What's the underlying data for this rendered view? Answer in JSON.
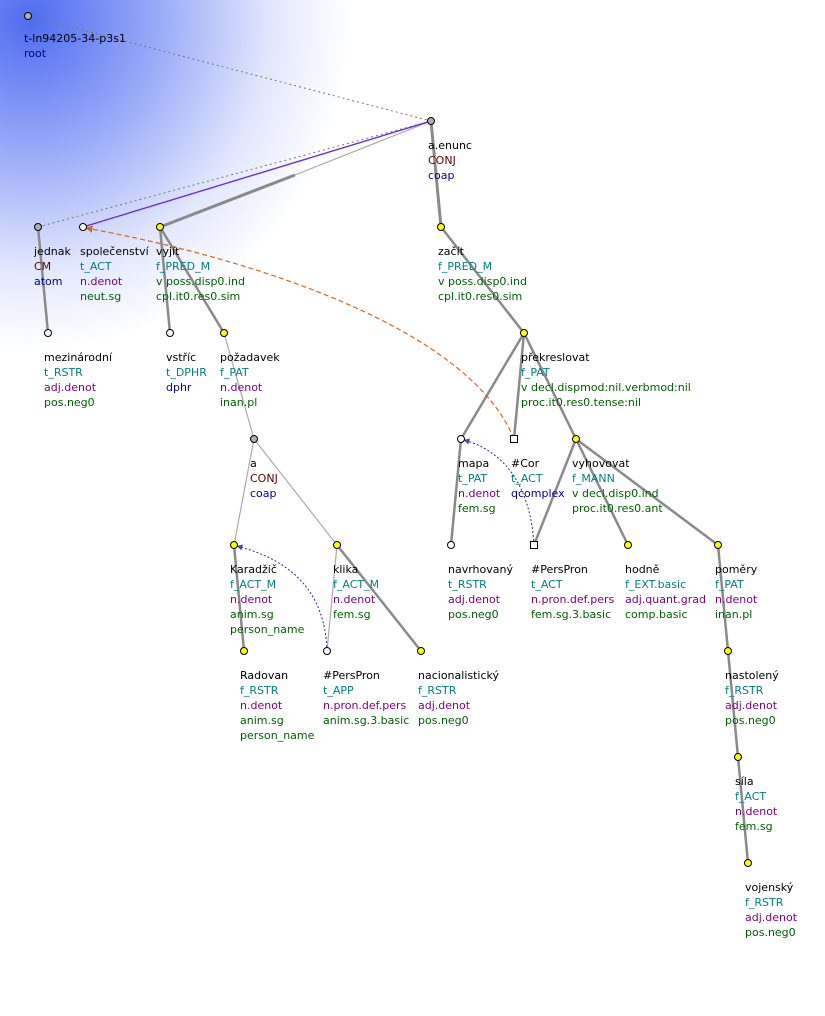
{
  "tree_id": "t-ln94205-34-p3s1",
  "root_label": "root",
  "nodes": [
    {
      "id": "root",
      "lemma": "",
      "lines": []
    },
    {
      "id": "aenunc",
      "lemma": "a.enunc",
      "lines": [
        {
          "text": "CONJ",
          "color": "#600000"
        },
        {
          "text": "coap",
          "color": "#00008b"
        }
      ]
    },
    {
      "id": "jednak",
      "lemma": "jednak",
      "lines": [
        {
          "text": "CM",
          "color": "#600000"
        },
        {
          "text": "atom",
          "color": "#00008b"
        }
      ]
    },
    {
      "id": "spolecenstvi",
      "lemma": "společenství",
      "lines": [
        {
          "text": "t_ACT",
          "color": "#008080"
        },
        {
          "text": "n.denot",
          "color": "#7a007a"
        },
        {
          "text": "neut.sg",
          "color": "#006000"
        }
      ]
    },
    {
      "id": "vyjit",
      "lemma": "vyjít",
      "lines": [
        {
          "text": "f_PRED_M",
          "color": "#008080"
        },
        {
          "text": "v poss.disp0.ind",
          "color": "#006000"
        },
        {
          "text": "cpl.it0.res0.sim",
          "color": "#006000"
        }
      ]
    },
    {
      "id": "zacit",
      "lemma": "začít",
      "lines": [
        {
          "text": "f_PRED_M",
          "color": "#008080"
        },
        {
          "text": "v poss.disp0.ind",
          "color": "#006000"
        },
        {
          "text": "cpl.it0.res0.sim",
          "color": "#006000"
        }
      ]
    },
    {
      "id": "mezinarodni",
      "lemma": "mezinárodní",
      "lines": [
        {
          "text": "t_RSTR",
          "color": "#008080"
        },
        {
          "text": "adj.denot",
          "color": "#7a007a"
        },
        {
          "text": "pos.neg0",
          "color": "#006000"
        }
      ]
    },
    {
      "id": "vstric",
      "lemma": "vstříc",
      "lines": [
        {
          "text": "t_DPHR",
          "color": "#008080"
        },
        {
          "text": "dphr",
          "color": "#00008b"
        }
      ]
    },
    {
      "id": "pozadavek",
      "lemma": "požadavek",
      "lines": [
        {
          "text": "f_PAT",
          "color": "#008080"
        },
        {
          "text": "n.denot",
          "color": "#7a007a"
        },
        {
          "text": "inan.pl",
          "color": "#006000"
        }
      ]
    },
    {
      "id": "prekreslovat",
      "lemma": "překreslovat",
      "lines": [
        {
          "text": "f_PAT",
          "color": "#008080"
        },
        {
          "text": "v decl.dispmod:nil.verbmod:nil",
          "color": "#006000"
        },
        {
          "text": "proc.it0.res0.tense:nil",
          "color": "#006000"
        }
      ]
    },
    {
      "id": "a",
      "lemma": "a",
      "lines": [
        {
          "text": "CONJ",
          "color": "#600000"
        },
        {
          "text": "coap",
          "color": "#00008b"
        }
      ]
    },
    {
      "id": "mapa",
      "lemma": "mapa",
      "lines": [
        {
          "text": "t_PAT",
          "color": "#008080"
        },
        {
          "text": "n.denot",
          "color": "#7a007a"
        },
        {
          "text": "fem.sg",
          "color": "#006000"
        }
      ]
    },
    {
      "id": "cor",
      "lemma": "#Cor",
      "lines": [
        {
          "text": "t_ACT",
          "color": "#008080"
        },
        {
          "text": "qcomplex",
          "color": "#00008b"
        }
      ]
    },
    {
      "id": "vyhovovat",
      "lemma": "vyhovovat",
      "lines": [
        {
          "text": "f_MANN",
          "color": "#008080"
        },
        {
          "text": "v decl.disp0.ind",
          "color": "#006000"
        },
        {
          "text": "proc.it0.res0.ant",
          "color": "#006000"
        }
      ]
    },
    {
      "id": "karadzic",
      "lemma": "Karadžič",
      "lines": [
        {
          "text": "f_ACT_M",
          "color": "#008080"
        },
        {
          "text": "n.denot",
          "color": "#7a007a"
        },
        {
          "text": "anim.sg",
          "color": "#006000"
        },
        {
          "text": "person_name",
          "color": "#006000"
        }
      ]
    },
    {
      "id": "klika",
      "lemma": "klika",
      "lines": [
        {
          "text": "f_ACT_M",
          "color": "#008080"
        },
        {
          "text": "n.denot",
          "color": "#7a007a"
        },
        {
          "text": "fem.sg",
          "color": "#006000"
        }
      ]
    },
    {
      "id": "navrhovany",
      "lemma": "navrhovaný",
      "lines": [
        {
          "text": "t_RSTR",
          "color": "#008080"
        },
        {
          "text": "adj.denot",
          "color": "#7a007a"
        },
        {
          "text": "pos.neg0",
          "color": "#006000"
        }
      ]
    },
    {
      "id": "perspron2",
      "lemma": "#PersPron",
      "lines": [
        {
          "text": "t_ACT",
          "color": "#008080"
        },
        {
          "text": "n.pron.def.pers",
          "color": "#7a007a"
        },
        {
          "text": "fem.sg.3.basic",
          "color": "#006000"
        }
      ]
    },
    {
      "id": "hodne",
      "lemma": "hodně",
      "lines": [
        {
          "text": "f_EXT.basic",
          "color": "#008080"
        },
        {
          "text": "adj.quant.grad",
          "color": "#7a007a"
        },
        {
          "text": "comp.basic",
          "color": "#006000"
        }
      ]
    },
    {
      "id": "pomery",
      "lemma": "poměry",
      "lines": [
        {
          "text": "f_PAT",
          "color": "#008080"
        },
        {
          "text": "n.denot",
          "color": "#7a007a"
        },
        {
          "text": "inan.pl",
          "color": "#006000"
        }
      ]
    },
    {
      "id": "radovan",
      "lemma": "Radovan",
      "lines": [
        {
          "text": "f_RSTR",
          "color": "#008080"
        },
        {
          "text": "n.denot",
          "color": "#7a007a"
        },
        {
          "text": "anim.sg",
          "color": "#006000"
        },
        {
          "text": "person_name",
          "color": "#006000"
        }
      ]
    },
    {
      "id": "perspron1",
      "lemma": "#PersPron",
      "lines": [
        {
          "text": "t_APP",
          "color": "#008080"
        },
        {
          "text": "n.pron.def.pers",
          "color": "#7a007a"
        },
        {
          "text": "anim.sg.3.basic",
          "color": "#006000"
        }
      ]
    },
    {
      "id": "nacionalisticky",
      "lemma": "nacionalistický",
      "lines": [
        {
          "text": "f_RSTR",
          "color": "#008080"
        },
        {
          "text": "adj.denot",
          "color": "#7a007a"
        },
        {
          "text": "pos.neg0",
          "color": "#006000"
        }
      ]
    },
    {
      "id": "nastoleny",
      "lemma": "nastolený",
      "lines": [
        {
          "text": "f_RSTR",
          "color": "#008080"
        },
        {
          "text": "adj.denot",
          "color": "#7a007a"
        },
        {
          "text": "pos.neg0",
          "color": "#006000"
        }
      ]
    },
    {
      "id": "sila",
      "lemma": "síla",
      "lines": [
        {
          "text": "f_ACT",
          "color": "#008080"
        },
        {
          "text": "n.denot",
          "color": "#7a007a"
        },
        {
          "text": "fem.sg",
          "color": "#006000"
        }
      ]
    },
    {
      "id": "vojensky",
      "lemma": "vojenský",
      "lines": [
        {
          "text": "f_RSTR",
          "color": "#008080"
        },
        {
          "text": "adj.denot",
          "color": "#7a007a"
        },
        {
          "text": "pos.neg0",
          "color": "#006000"
        }
      ]
    }
  ],
  "colors": {
    "edge": "#888888",
    "edge_dotted": "#777777",
    "coref_text": "#6a2bd9",
    "coref_gram": "#d2691e",
    "coref_blue": "#2a2a9a",
    "node_yellow": "#ffff00",
    "node_gray": "#b0b0b0",
    "node_white": "#ffffff"
  }
}
